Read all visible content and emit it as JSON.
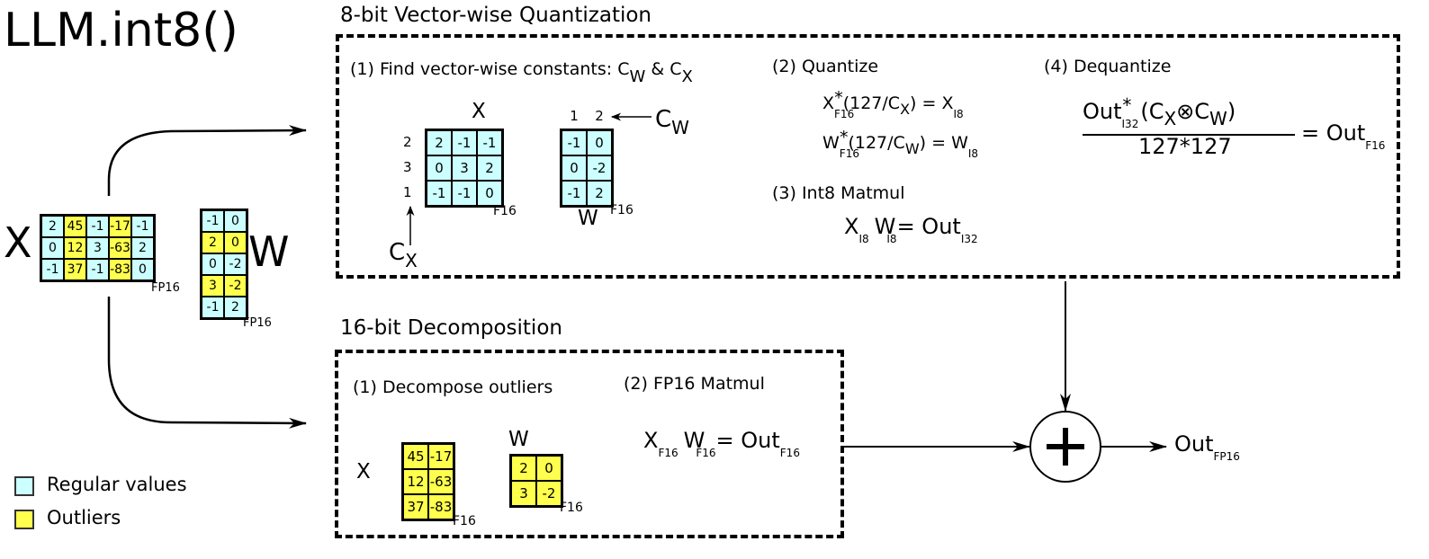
{
  "title": "LLM.int8()",
  "colors": {
    "regular": "#ccffff",
    "outlier": "#ffff4d"
  },
  "input": {
    "x_label": "X",
    "w_label": "W",
    "x_dtype": "FP16",
    "w_dtype": "FP16",
    "x_matrix": [
      [
        {
          "v": "2",
          "t": "reg"
        },
        {
          "v": "45",
          "t": "out"
        },
        {
          "v": "-1",
          "t": "reg"
        },
        {
          "v": "-17",
          "t": "out"
        },
        {
          "v": "-1",
          "t": "reg"
        }
      ],
      [
        {
          "v": "0",
          "t": "reg"
        },
        {
          "v": "12",
          "t": "out"
        },
        {
          "v": "3",
          "t": "reg"
        },
        {
          "v": "-63",
          "t": "out"
        },
        {
          "v": "2",
          "t": "reg"
        }
      ],
      [
        {
          "v": "-1",
          "t": "reg"
        },
        {
          "v": "37",
          "t": "out"
        },
        {
          "v": "-1",
          "t": "reg"
        },
        {
          "v": "-83",
          "t": "out"
        },
        {
          "v": "0",
          "t": "reg"
        }
      ]
    ],
    "w_matrix": [
      [
        {
          "v": "-1",
          "t": "reg"
        },
        {
          "v": "0",
          "t": "reg"
        }
      ],
      [
        {
          "v": "2",
          "t": "out"
        },
        {
          "v": "0",
          "t": "out"
        }
      ],
      [
        {
          "v": "0",
          "t": "reg"
        },
        {
          "v": "-2",
          "t": "reg"
        }
      ],
      [
        {
          "v": "3",
          "t": "out"
        },
        {
          "v": "-2",
          "t": "out"
        }
      ],
      [
        {
          "v": "-1",
          "t": "reg"
        },
        {
          "v": "2",
          "t": "reg"
        }
      ]
    ]
  },
  "quant": {
    "section_title": "8-bit Vector-wise Quantization",
    "step1": {
      "label": "(1) Find vector-wise constants: C",
      "sub_w": "W",
      "amp": " & C",
      "sub_x": "X",
      "x_label": "X",
      "w_label": "W",
      "x_dtype": "F16",
      "w_dtype": "F16",
      "cx_label": "C",
      "cx_sub": "X",
      "cw_label": "C",
      "cw_sub": "W",
      "row_constants": [
        "2",
        "3",
        "1"
      ],
      "col_constants": [
        "1",
        "2"
      ],
      "x_matrix": [
        [
          "2",
          "-1",
          "-1"
        ],
        [
          "0",
          "3",
          "2"
        ],
        [
          "-1",
          "-1",
          "0"
        ]
      ],
      "w_matrix": [
        [
          "-1",
          "0"
        ],
        [
          "0",
          "-2"
        ],
        [
          "-1",
          "2"
        ]
      ]
    },
    "step2": {
      "label": "(2) Quantize",
      "line1": {
        "a": "X",
        "a_sub": "F16",
        "op": "*",
        "mid": "(127/C",
        "mid_sub": "X",
        "end": ") = X",
        "end_sub": "I8"
      },
      "line2": {
        "a": "W",
        "a_sub": "F16",
        "op": "*",
        "mid": "(127/C",
        "mid_sub": "W",
        "end": ") = W",
        "end_sub": "I8"
      }
    },
    "step3": {
      "label": "(3) Int8 Matmul",
      "a": "X",
      "a_sub": "I8",
      "b": "W",
      "b_sub": "I8",
      "eq": "= Out",
      "eq_sub": "I32"
    },
    "step4": {
      "label": "(4) Dequantize",
      "num_a": "Out",
      "num_a_sub": "I32",
      "num_op": "*",
      "num_b": "(C",
      "num_b_sub": "X",
      "otimes": "⊗",
      "num_c": "C",
      "num_c_sub": "W",
      "num_close": ")",
      "den": "127*127",
      "eq": "= Out",
      "eq_sub": "F16"
    }
  },
  "decomp": {
    "section_title": "16-bit Decomposition",
    "step1": {
      "label": "(1) Decompose outliers",
      "x_label": "X",
      "w_label": "W",
      "x_dtype": "F16",
      "w_dtype": "F16",
      "x_matrix": [
        [
          "45",
          "-17"
        ],
        [
          "12",
          "-63"
        ],
        [
          "37",
          "-83"
        ]
      ],
      "w_matrix": [
        [
          "2",
          "0"
        ],
        [
          "3",
          "-2"
        ]
      ]
    },
    "step2": {
      "label": "(2) FP16 Matmul",
      "a": "X",
      "a_sub": "F16",
      "b": "W",
      "b_sub": "F16",
      "eq": "= Out",
      "eq_sub": "F16"
    }
  },
  "output": {
    "label": "Out",
    "sub": "FP16",
    "plus_icon": "plus-icon"
  },
  "legend": [
    {
      "label": "Regular values",
      "type": "reg"
    },
    {
      "label": "Outliers",
      "type": "out"
    }
  ]
}
